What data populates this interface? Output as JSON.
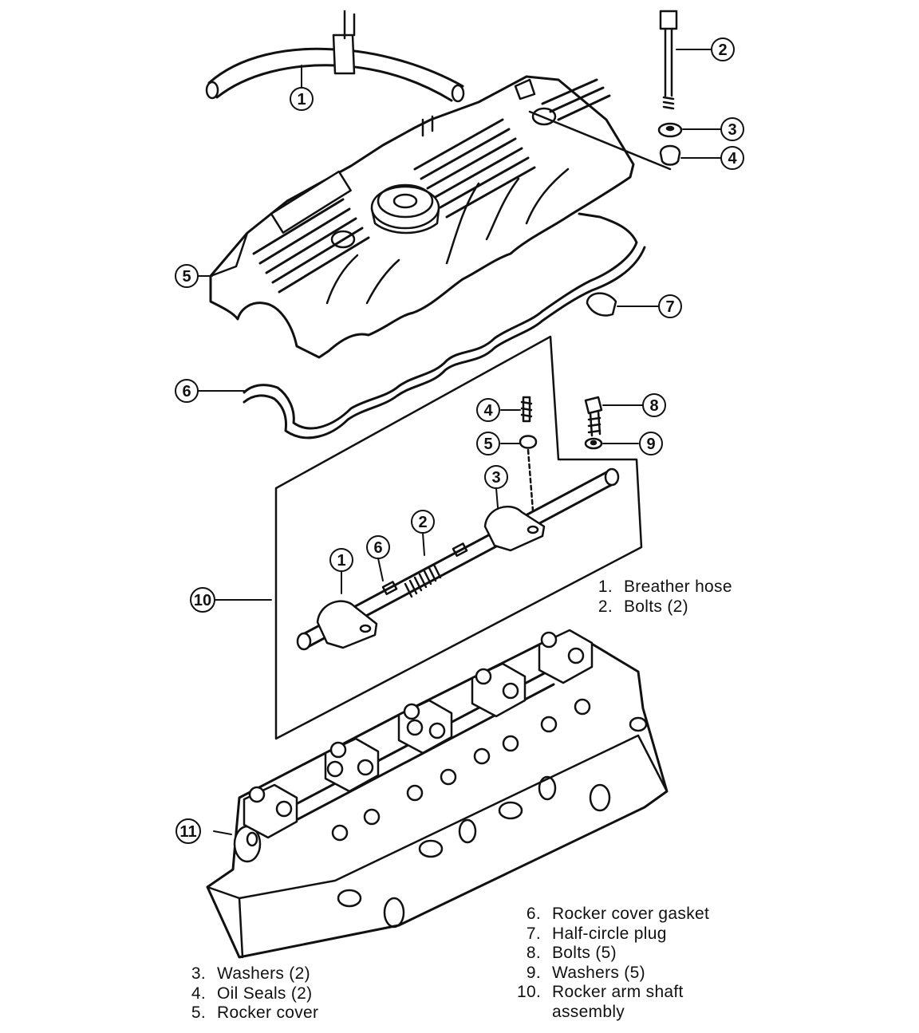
{
  "callouts": {
    "c1": "1",
    "c2": "2",
    "c3": "3",
    "c4": "4",
    "c5": "5",
    "c6": "6",
    "c7": "7",
    "c10": "10",
    "c11": "11",
    "inset": {
      "c1": "1",
      "c2": "2",
      "c3": "3",
      "c4": "4",
      "c5": "5",
      "c6": "6",
      "c8": "8",
      "c9": "9"
    }
  },
  "legend": {
    "group1": [
      {
        "num": "1.",
        "label": "Breather hose"
      },
      {
        "num": "2.",
        "label": "Bolts (2)"
      }
    ],
    "group2": [
      {
        "num": "6.",
        "label": "Rocker cover gasket"
      },
      {
        "num": "7.",
        "label": "Half-circle plug"
      },
      {
        "num": "8.",
        "label": "Bolts (5)"
      },
      {
        "num": "9.",
        "label": "Washers (5)"
      },
      {
        "num": "10.",
        "label": "Rocker arm shaft"
      }
    ],
    "group2_continuation": "assembly",
    "group3": [
      {
        "num": "3.",
        "label": "Washers (2)"
      },
      {
        "num": "4.",
        "label": "Oil Seals (2)"
      },
      {
        "num": "5.",
        "label": "Rocker cover"
      }
    ]
  },
  "colors": {
    "ink": "#111111",
    "paper": "#ffffff"
  }
}
